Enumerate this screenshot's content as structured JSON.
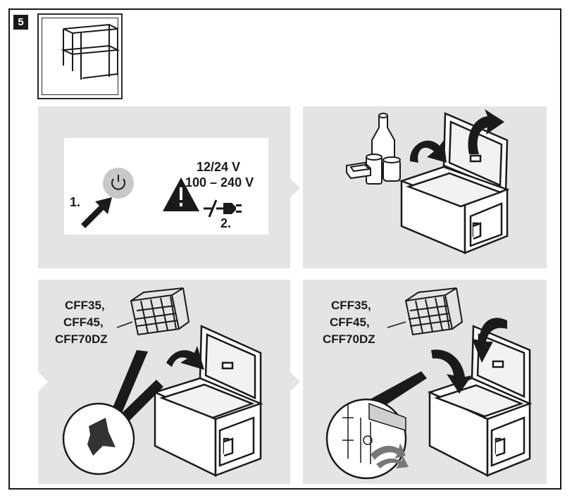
{
  "step": {
    "number": "5"
  },
  "panel1": {
    "power_step": "1.",
    "voltage_dc": "12/24 V",
    "voltage_ac": "100 – 240 V",
    "unplug_step": "2."
  },
  "panel3": {
    "models": [
      "CFF35,",
      "CFF45,",
      "CFF70DZ"
    ]
  },
  "panel4": {
    "models": [
      "CFF35,",
      "CFF45,",
      "CFF70DZ"
    ]
  },
  "icons": [
    "power-button-icon",
    "warning-icon",
    "unplug-icon",
    "arrow-icon",
    "shelf-icon",
    "cooler-icon",
    "basket-icon",
    "food-icon",
    "magnifier-icon"
  ],
  "colors": {
    "panel_bg": "#e4e4e4",
    "ink": "#1a1a1a",
    "power_button": "#c8c8c8"
  }
}
